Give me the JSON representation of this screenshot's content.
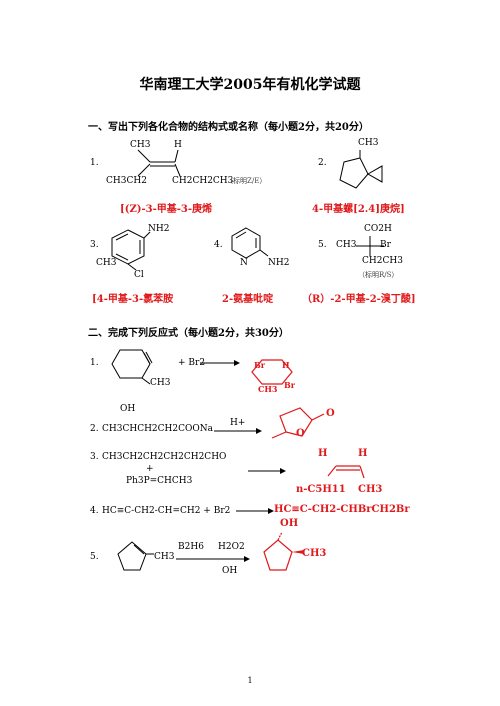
{
  "document": {
    "title": "华南理工大学2005年有机化学试题",
    "page_number": "1"
  },
  "section1": {
    "heading": "一、写出下列各化合物的结构式或名称（每小题2分，共20分）",
    "q1": {
      "num": "1.",
      "labels": [
        "CH3",
        "H",
        "CH3CH2",
        "CH2CH2CH3"
      ],
      "note": "（标明Z/E）",
      "answer": "[(Z)-3-甲基-3-庚烯"
    },
    "q2": {
      "num": "2.",
      "label": "CH3",
      "answer": "4-甲基螺[2.4]庚烷]"
    },
    "q3": {
      "num": "3.",
      "labels": [
        "NH2",
        "CH3",
        "Cl"
      ],
      "answer": "[4-甲基-3-氯苯胺"
    },
    "q4": {
      "num": "4.",
      "labels": [
        "N",
        "NH2"
      ],
      "answer": "2-氨基吡啶"
    },
    "q5": {
      "num": "5.",
      "labels": [
        "CO2H",
        "CH3",
        "Br",
        "CH2CH3"
      ],
      "note": "（标明R/S）",
      "answer": "（R）-2-甲基-2-溴丁酸]"
    }
  },
  "section2": {
    "heading": "二、完成下列反应式（每小题2分，共30分）",
    "r1": {
      "num": "1.",
      "sub": "CH3",
      "reagent": "+ Br2",
      "product": [
        "Br",
        "H",
        "CH3",
        "Br"
      ]
    },
    "r2": {
      "num": "2.",
      "oh": "OH",
      "reactant": "CH3CHCH2CH2COONa",
      "reagent": "H+",
      "product": [
        "O",
        "O"
      ]
    },
    "r3": {
      "num": "3.",
      "line1": "CH3CH2CH2CH2CH2CHO",
      "plus": "+",
      "line2": "Ph3P=CHCH3",
      "product": [
        "H",
        "H",
        "n-C5H11",
        "CH3"
      ]
    },
    "r4": {
      "num": "4.",
      "reactant": "HC≡C-CH2-CH=CH2 + Br2",
      "product": "HC≡C-CH2-CHBrCH2Br"
    },
    "r5": {
      "num": "5.",
      "sub": "CH3",
      "reagent1": "B2H6",
      "reagent2": "H2O2",
      "reagent3": "OH",
      "product": [
        "OH",
        "CH3"
      ]
    }
  }
}
